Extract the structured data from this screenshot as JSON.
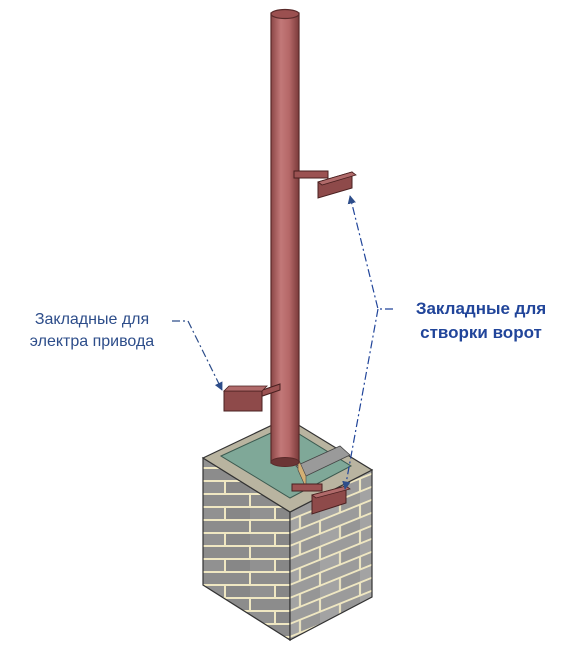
{
  "labels": {
    "drive_embeds": {
      "line1": "Закладные для",
      "line2": "электра привода"
    },
    "gate_leaf_embeds": {
      "line1": "Закладные для",
      "line2": "створки ворот"
    }
  },
  "colors": {
    "pipe": "#b46464",
    "pipe_dark": "#7e3f3f",
    "pipe_light": "#d08a8a",
    "embed_plate": "#8e4a4a",
    "cap": "#7fa898",
    "brick_front": "#8c8c8c",
    "brick_side": "#9a9a9a",
    "mortar": "#efe7c2",
    "callout_left": "#2d4d8a",
    "callout_right": "#21459a"
  },
  "icons": {
    "arrow": "arrowhead"
  }
}
